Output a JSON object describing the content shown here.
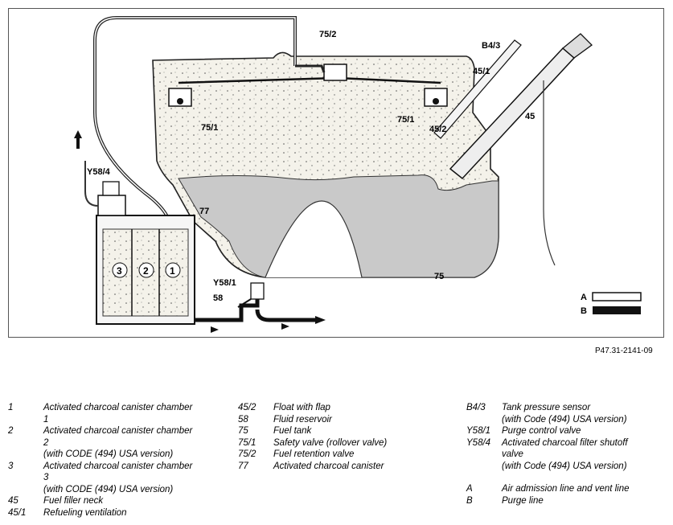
{
  "diagram": {
    "labels": {
      "c75_2": "75/2",
      "b4_3": "B4/3",
      "c45_1": "45/1",
      "c75_1_left": "75/1",
      "c75_1_right": "75/1",
      "c45_2": "45/2",
      "c45": "45",
      "y58_4": "Y58/4",
      "c77": "77",
      "c75": "75",
      "y58_1": "Y58/1",
      "c58": "58",
      "chamber3": "3",
      "chamber2": "2",
      "chamber1": "1",
      "legend_a": "A",
      "legend_b": "B"
    }
  },
  "reference_code": "P47.31-2141-09",
  "legend": {
    "col1": [
      {
        "key": "1",
        "text": "Activated charcoal canister chamber\n1"
      },
      {
        "key": "2",
        "text": "Activated charcoal canister chamber\n2\n(with CODE (494) USA version)"
      },
      {
        "key": "3",
        "text": "Activated charcoal canister chamber\n3\n(with CODE (494) USA version)"
      },
      {
        "key": "45",
        "text": "Fuel filler neck"
      },
      {
        "key": "45/1",
        "text": "Refueling ventilation"
      }
    ],
    "col2": [
      {
        "key": "45/2",
        "text": "Float with flap"
      },
      {
        "key": "58",
        "text": "Fluid reservoir"
      },
      {
        "key": "75",
        "text": "Fuel tank"
      },
      {
        "key": "75/1",
        "text": "Safety valve (rollover valve)"
      },
      {
        "key": "75/2",
        "text": "Fuel retention valve"
      },
      {
        "key": "77",
        "text": "Activated charcoal canister"
      }
    ],
    "col3a": [
      {
        "key": "B4/3",
        "text": "Tank pressure sensor\n(with Code (494) USA version)"
      },
      {
        "key": "Y58/1",
        "text": "Purge control valve"
      },
      {
        "key": "Y58/4",
        "text": "Activated charcoal filter shutoff\nvalve\n(with Code (494) USA version)"
      }
    ],
    "col3b": [
      {
        "key": "A",
        "text": "Air admission line and vent line"
      },
      {
        "key": "B",
        "text": "Purge line"
      }
    ]
  }
}
